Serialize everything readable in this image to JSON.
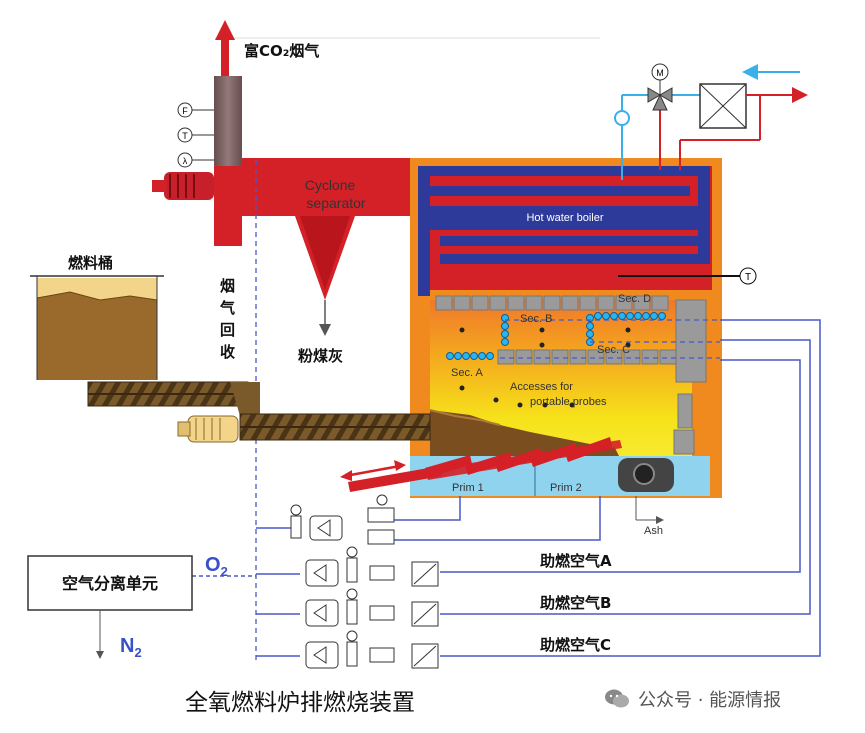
{
  "labels": {
    "flue_gas": "富CO₂烟气",
    "cyclone_line1": "Cyclone",
    "cyclone_line2": "separator",
    "hot_water_boiler": "Hot water boiler",
    "fuel_bin": "燃料桶",
    "flue_recovery_1": "烟",
    "flue_recovery_2": "气",
    "flue_recovery_3": "回",
    "flue_recovery_4": "收",
    "fly_ash": "粉煤灰",
    "sec_a": "Sec. A",
    "sec_b": "Sec. B",
    "sec_c": "Sec. C",
    "sec_d": "Sec. D",
    "accesses_1": "Accesses for",
    "accesses_2": "portable probes",
    "prim1": "Prim 1",
    "prim2": "Prim 2",
    "ash": "Ash",
    "asu": "空气分离单元",
    "o2": "O",
    "o2_sub": "2",
    "n2": "N",
    "n2_sub": "2",
    "air_a": "助燃空气A",
    "air_b": "助燃空气B",
    "air_c": "助燃空气C",
    "sensor_f": "F",
    "sensor_t": "T",
    "sensor_lambda": "λ",
    "sensor_t_furnace": "T",
    "valve_m": "M"
  },
  "caption": "全氧燃料炉排燃烧装置",
  "watermark": "公众号 · 能源情报",
  "colors": {
    "flue_red": "#d42027",
    "boiler_blue": "#2e3a9a",
    "furnace_orange": "#f08a1e",
    "furnace_yellow": "#f6e21a",
    "grate_blue": "#8fd3ee",
    "fuel_brown": "#9a6a2c",
    "pipe_blue": "#4a58c8"
  },
  "icons": [
    "fan-icon",
    "motor-icon",
    "valve-icon",
    "heat-exchanger-icon",
    "flowmeter-icon",
    "wechat-icon"
  ]
}
